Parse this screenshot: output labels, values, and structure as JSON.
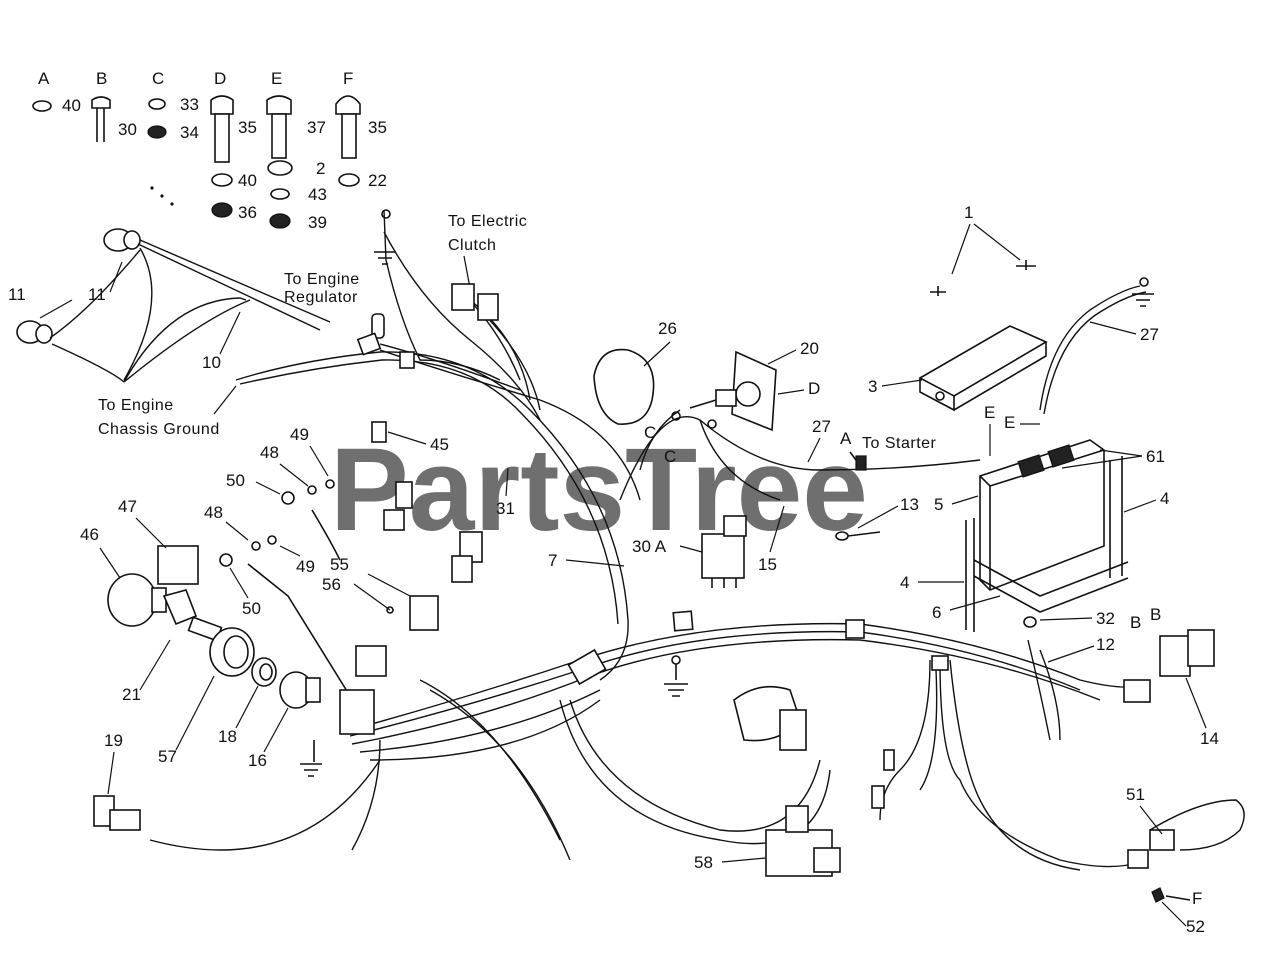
{
  "hardware_kits": [
    {
      "letter": "A",
      "parts": [
        "40"
      ]
    },
    {
      "letter": "B",
      "parts": [
        "30"
      ]
    },
    {
      "letter": "C",
      "parts": [
        "33",
        "34"
      ]
    },
    {
      "letter": "D",
      "parts": [
        "35",
        "40",
        "36"
      ]
    },
    {
      "letter": "E",
      "parts": [
        "37",
        "2",
        "43",
        "39"
      ]
    },
    {
      "letter": "F",
      "parts": [
        "35",
        "22"
      ]
    }
  ],
  "part_labels": [
    "1",
    "3",
    "4",
    "4",
    "5",
    "6",
    "7",
    "10",
    "11",
    "11",
    "12",
    "13",
    "14",
    "15",
    "16",
    "18",
    "19",
    "20",
    "21",
    "26",
    "27",
    "27",
    "30 A",
    "31",
    "32",
    "45",
    "46",
    "47",
    "48",
    "48",
    "49",
    "49",
    "50",
    "50",
    "51",
    "52",
    "55",
    "56",
    "57",
    "58",
    "61"
  ],
  "connector_letters": [
    "C",
    "C",
    "D",
    "A",
    "E",
    "E",
    "B",
    "B",
    "F"
  ],
  "callouts": {
    "electric_clutch": "To Electric\nClutch",
    "engine_regulator": "To Engine\nRegulator",
    "chassis_ground": "To Engine\nChassis Ground",
    "starter": "To Starter"
  },
  "watermark": "PartsTree"
}
